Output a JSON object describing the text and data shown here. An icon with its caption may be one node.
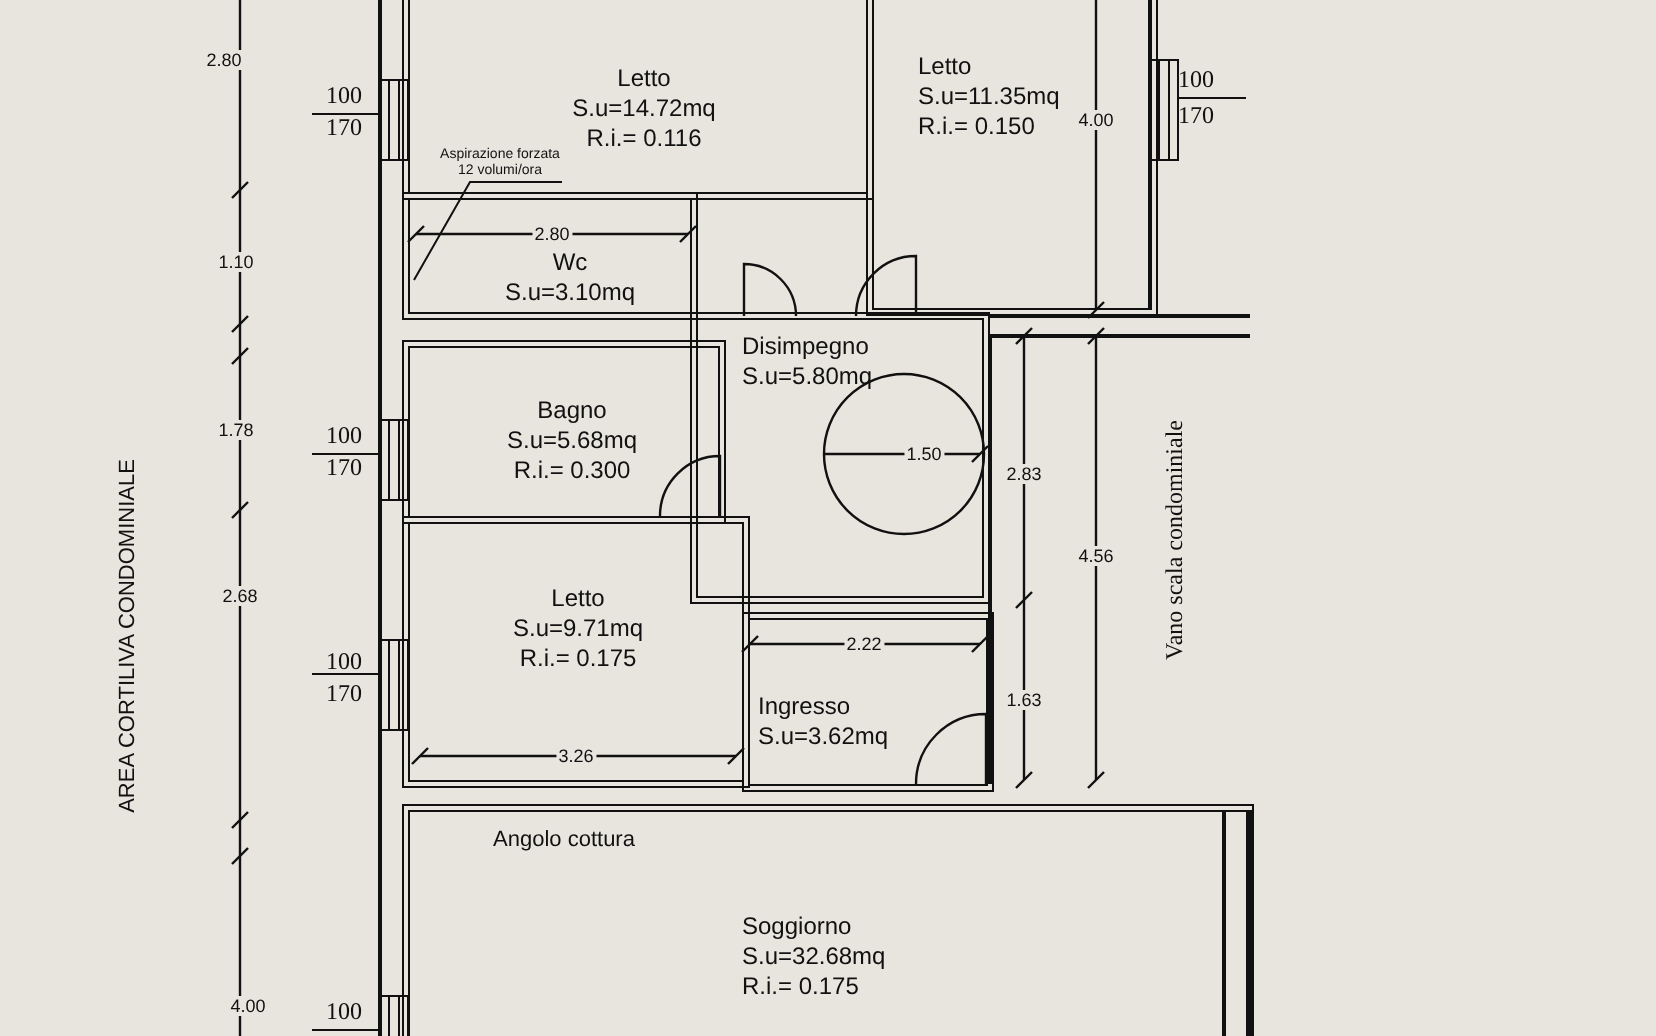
{
  "diagram": {
    "nodes": [
      {
        "text": [
          "Letto",
          "S.u=14.72mq",
          "R.i.= 0.116"
        ]
      },
      {
        "text": [
          "Letto",
          "S.u=11.35mq",
          "R.i.= 0.150"
        ]
      },
      {
        "text": [
          "Aspirazione forzata 12 volumi/ora"
        ],
        "in": 0
      },
      {
        "text": [
          "Wc",
          "S.u=3.10mq"
        ]
      },
      {
        "text": [
          "Disimpegno",
          "S.u=5.80mq"
        ]
      },
      {
        "text": [
          "Bagno",
          "S.u=5.68mq",
          "R.i.= 0.300"
        ]
      },
      {
        "text": [
          "Letto",
          "S.u=9.71mq",
          "R.i.= 0.175"
        ]
      },
      {
        "text": [
          "Ingresso",
          "S.u=3.62mq"
        ]
      },
      {
        "text": [
          "Soggiorno",
          "S.u=32.68mq",
          "R.i.= 0.175"
        ]
      }
    ],
    "edges": [
      {
        "from": 2,
        "to": 3,
        "arrow": "none"
      }
    ],
    "labels": [
      "2.80",
      "100",
      "170",
      "4.00",
      "100",
      "170",
      "2.80",
      "1.10",
      "AREA CORTILIVA CONDOMINIALE",
      "1.78",
      "100",
      "170",
      "1.50",
      "2.83",
      "Vano scala condominiale",
      "4.56",
      "2.68",
      "2.22",
      "100",
      "170",
      "1.63",
      "3.26",
      "Angolo cottura",
      "4.00",
      "100"
    ]
  }
}
